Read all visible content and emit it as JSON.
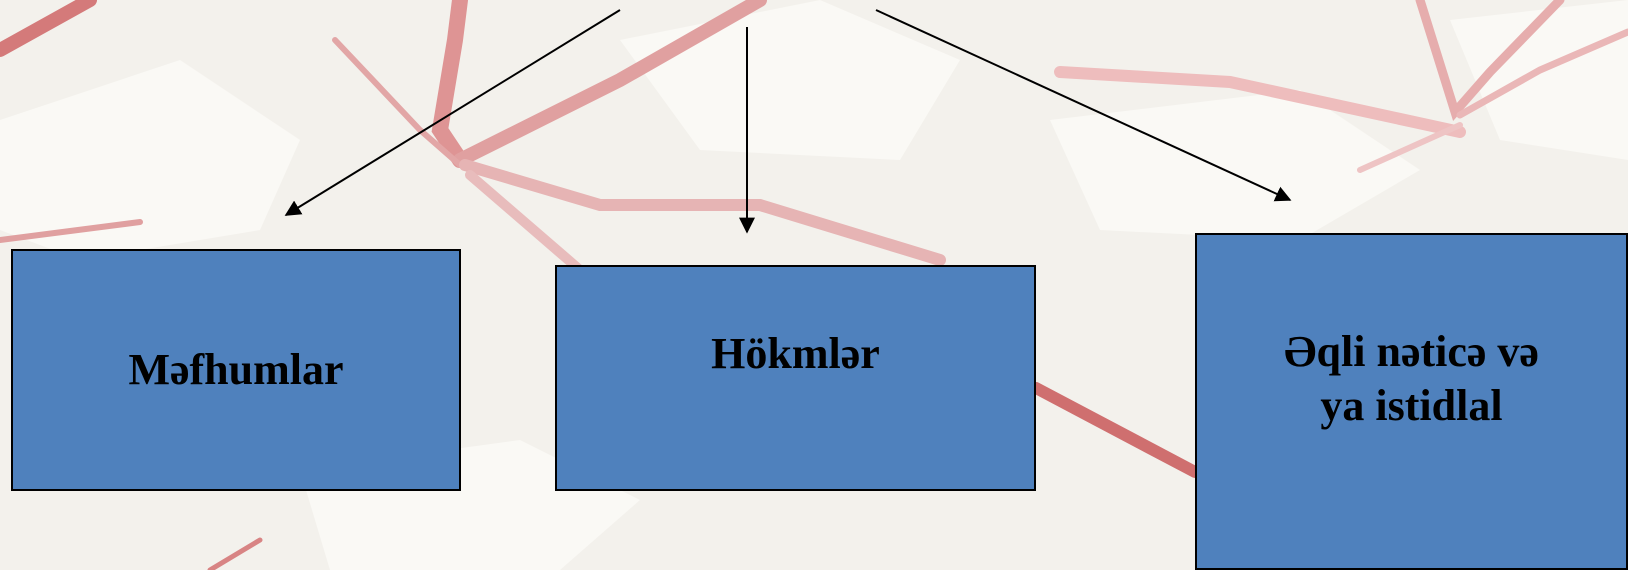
{
  "diagram": {
    "box_color": "#4f81bd",
    "border_color": "#000000",
    "arrow_color": "#000000",
    "background_color": "#f3f1ec",
    "accent_color": "#d88989",
    "nodes": [
      {
        "id": "concepts",
        "label": "Məfhumlar"
      },
      {
        "id": "judgments",
        "label": "Hökmlər"
      },
      {
        "id": "inference",
        "label": "Əqli nəticə və ya istidlal"
      }
    ]
  }
}
